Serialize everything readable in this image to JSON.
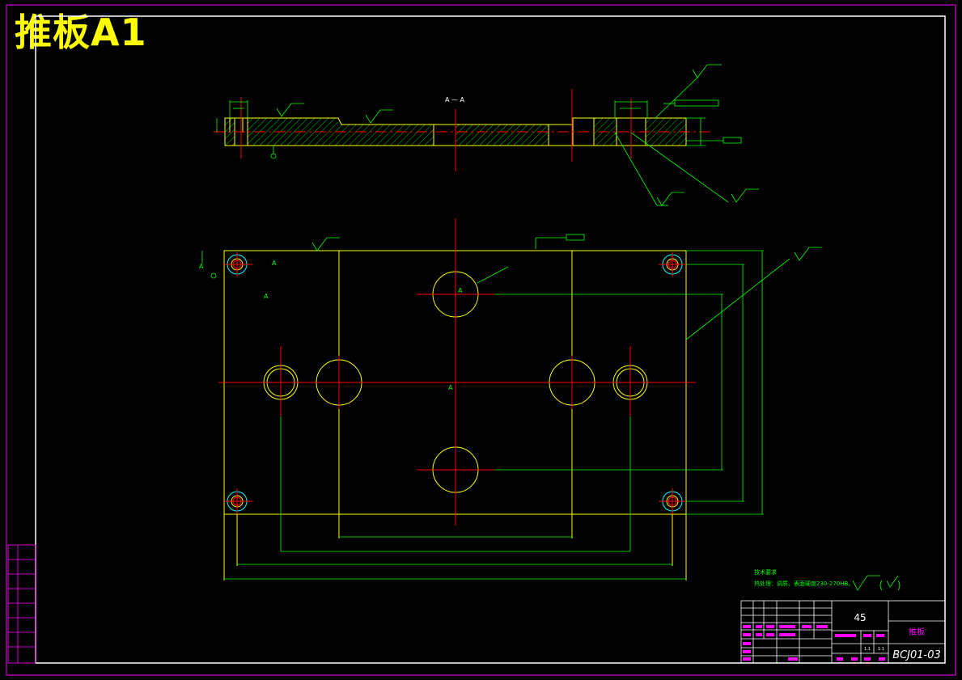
{
  "title": "推板A1",
  "section_label": "A — A",
  "section_marks": {
    "a1": "A",
    "a2": "A",
    "a3": "A",
    "center": "A",
    "center2": "A"
  },
  "tech_requirements": {
    "heading": "技术要求",
    "line1": "热处理：调质，表面硬度230-270HB。"
  },
  "title_block": {
    "material": "45",
    "part_name": "推板",
    "drawing_number": "BCJ01-03",
    "scale_values": [
      "1:1",
      "1:1"
    ]
  },
  "colors": {
    "frame": "#ff00ff",
    "outline": "#ffff00",
    "dimension": "#00ff00",
    "center": "#ff0000",
    "hatch": "#00ff00",
    "hole": "#00ffff"
  }
}
